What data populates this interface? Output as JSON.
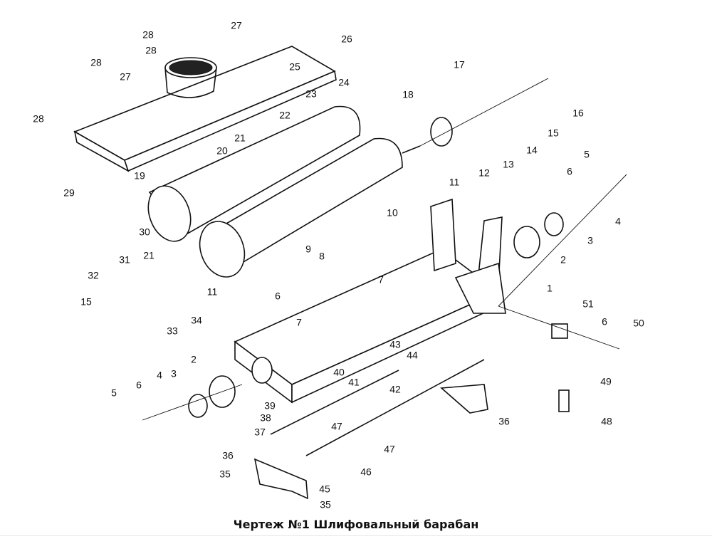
{
  "caption": "Чертеж №1 Шлифовальный барабан",
  "part_labels": [
    "28",
    "27",
    "28",
    "26",
    "28",
    "27",
    "25",
    "24",
    "23",
    "28",
    "22",
    "17",
    "16",
    "18",
    "15",
    "21",
    "14",
    "20",
    "13",
    "12",
    "11",
    "5",
    "6",
    "19",
    "29",
    "4",
    "10",
    "3",
    "30",
    "9",
    "2",
    "8",
    "21",
    "31",
    "32",
    "7",
    "11",
    "1",
    "6",
    "15",
    "34",
    "33",
    "51",
    "6",
    "50",
    "7",
    "43",
    "44",
    "40",
    "41",
    "42",
    "2",
    "3",
    "4",
    "6",
    "5",
    "49",
    "39",
    "38",
    "36",
    "48",
    "47",
    "37",
    "47",
    "36",
    "46",
    "35",
    "45",
    "35"
  ]
}
